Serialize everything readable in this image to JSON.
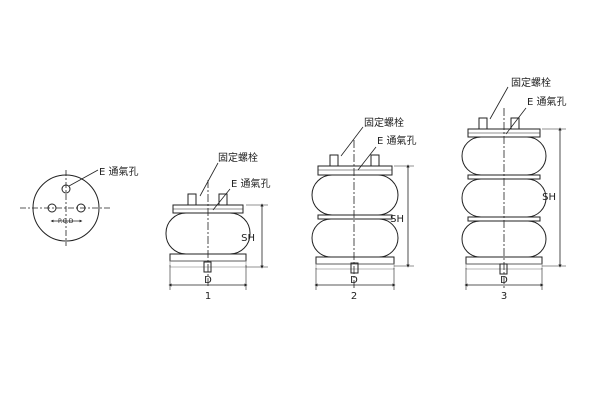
{
  "labels": {
    "bolt": "固定螺栓",
    "vent": "E 通氣孔",
    "pcd": "P.C.D",
    "sh": "SH",
    "d": "D"
  },
  "variants": [
    {
      "id": "1"
    },
    {
      "id": "2"
    },
    {
      "id": "3"
    }
  ],
  "colors": {
    "line": "#222222",
    "hatch": "#888888"
  }
}
